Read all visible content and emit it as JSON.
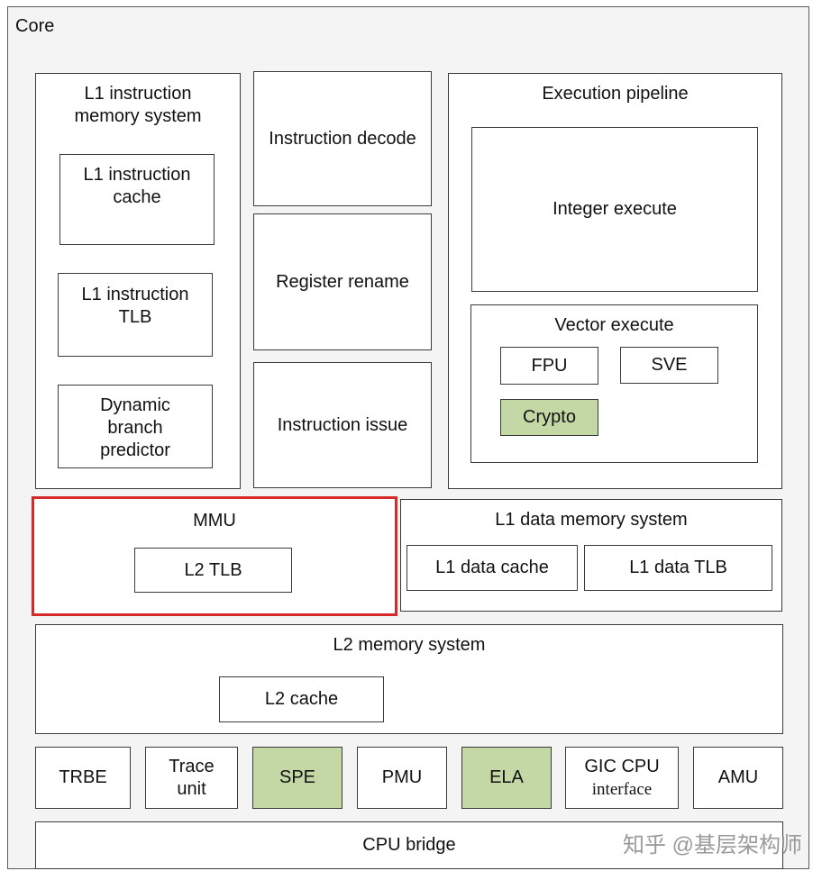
{
  "core_label": "Core",
  "l1_instruction_memory_system": {
    "title": "L1 instruction\nmemory system",
    "cache": "L1 instruction\ncache",
    "tlb": "L1 instruction\nTLB",
    "branch_predictor": "Dynamic\nbranch\npredictor"
  },
  "frontend": {
    "decode": "Instruction decode",
    "rename": "Register rename",
    "issue": "Instruction issue"
  },
  "execution_pipeline": {
    "title": "Execution pipeline",
    "integer": "Integer execute",
    "vector": {
      "title": "Vector execute",
      "fpu": "FPU",
      "sve": "SVE",
      "crypto": "Crypto"
    }
  },
  "mmu": {
    "title": "MMU",
    "l2_tlb": "L2 TLB"
  },
  "l1_data_memory_system": {
    "title": "L1 data memory system",
    "cache": "L1 data cache",
    "tlb": "L1 data TLB"
  },
  "l2_memory_system": {
    "title": "L2 memory system",
    "cache": "L2 cache"
  },
  "units": {
    "trbe": "TRBE",
    "trace_line1": "Trace",
    "trace_line2": "unit",
    "spe": "SPE",
    "pmu": "PMU",
    "ela": "ELA",
    "gic_line1": "GIC CPU",
    "gic_line2": "interface",
    "amu": "AMU"
  },
  "cpu_bridge": "CPU bridge",
  "watermark": "知乎 @基层架构师",
  "colors": {
    "highlight_fill": "#c4d8a6",
    "mmu_border": "#d62a2a",
    "background": "#f4f4f4"
  }
}
